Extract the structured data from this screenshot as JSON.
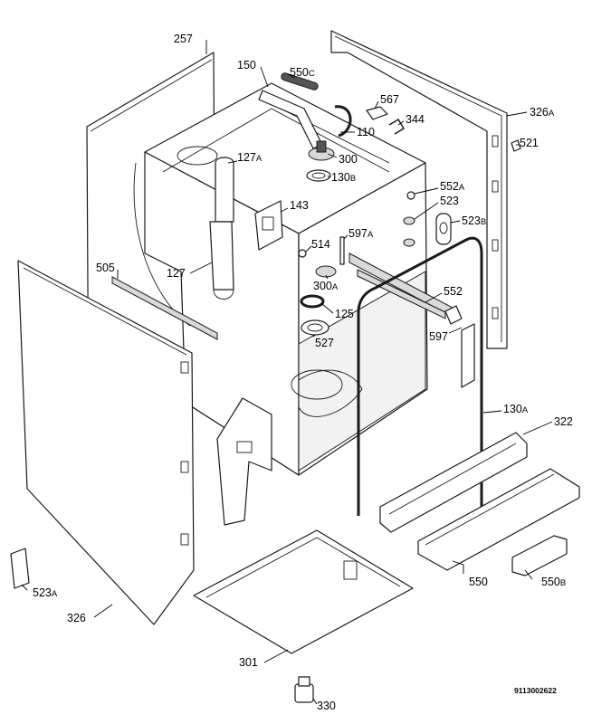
{
  "drawing_number": "9113002622",
  "labels": {
    "p257": {
      "num": "257",
      "suffix": ""
    },
    "p150": {
      "num": "150",
      "suffix": ""
    },
    "p550c": {
      "num": "550",
      "suffix": "C"
    },
    "p567": {
      "num": "567",
      "suffix": ""
    },
    "p344": {
      "num": "344",
      "suffix": ""
    },
    "p326a": {
      "num": "326",
      "suffix": "A"
    },
    "p521": {
      "num": "521",
      "suffix": ""
    },
    "p110": {
      "num": "110",
      "suffix": ""
    },
    "p300": {
      "num": "300",
      "suffix": ""
    },
    "p130b": {
      "num": "130",
      "suffix": "B"
    },
    "p127a": {
      "num": "127",
      "suffix": "A"
    },
    "p552a": {
      "num": "552",
      "suffix": "A"
    },
    "p523": {
      "num": "523",
      "suffix": ""
    },
    "p523b": {
      "num": "523",
      "suffix": "B"
    },
    "p143": {
      "num": "143",
      "suffix": ""
    },
    "p514": {
      "num": "514",
      "suffix": ""
    },
    "p597a": {
      "num": "597",
      "suffix": "A"
    },
    "p505": {
      "num": "505",
      "suffix": ""
    },
    "p127": {
      "num": "127",
      "suffix": ""
    },
    "p300a": {
      "num": "300",
      "suffix": "A"
    },
    "p552": {
      "num": "552",
      "suffix": ""
    },
    "p125": {
      "num": "125",
      "suffix": ""
    },
    "p597": {
      "num": "597",
      "suffix": ""
    },
    "p527": {
      "num": "527",
      "suffix": ""
    },
    "p130a": {
      "num": "130",
      "suffix": "A"
    },
    "p322": {
      "num": "322",
      "suffix": ""
    },
    "p550": {
      "num": "550",
      "suffix": ""
    },
    "p550b": {
      "num": "550",
      "suffix": "B"
    },
    "p523a": {
      "num": "523",
      "suffix": "A"
    },
    "p326": {
      "num": "326",
      "suffix": ""
    },
    "p301": {
      "num": "301",
      "suffix": ""
    },
    "p330": {
      "num": "330",
      "suffix": ""
    }
  }
}
